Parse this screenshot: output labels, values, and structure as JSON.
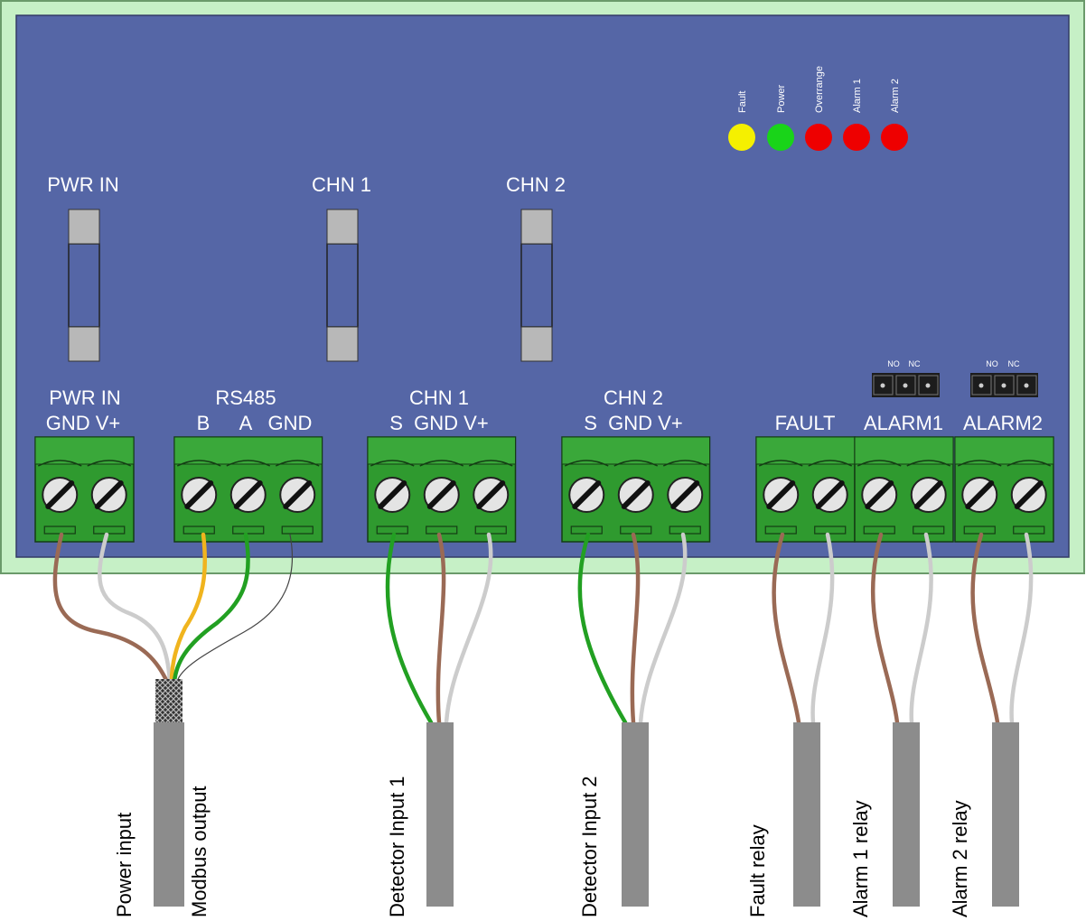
{
  "leds": [
    {
      "label": "Fault",
      "color": "#f5f000",
      "icon": "led-yellow"
    },
    {
      "label": "Power",
      "color": "#19d419",
      "icon": "led-green"
    },
    {
      "label": "Overrange",
      "color": "#ee0000",
      "icon": "led-red"
    },
    {
      "label": "Alarm 1",
      "color": "#ee0000",
      "icon": "led-red"
    },
    {
      "label": "Alarm 2",
      "color": "#ee0000",
      "icon": "led-red"
    }
  ],
  "fuses": {
    "pwr_in": "PWR IN",
    "chn1": "CHN 1",
    "chn2": "CHN 2"
  },
  "jumper_labels": {
    "no": "NO",
    "nc": "NC"
  },
  "terminals": {
    "pwr_in": {
      "title": "PWR IN",
      "pins": "GND V+"
    },
    "rs485": {
      "title": "RS485",
      "pin_b": "B",
      "pin_a": "A",
      "pin_gnd": "GND"
    },
    "chn1": {
      "title": "CHN 1",
      "pins": "S  GND V+"
    },
    "chn2": {
      "title": "CHN 2",
      "pins": "S  GND V+"
    },
    "fault": "FAULT",
    "alarm1": "ALARM1",
    "alarm2": "ALARM2"
  },
  "cables": {
    "power_input": "Power input",
    "modbus_output": "Modbus output",
    "detector_input_1": "Detector Input 1",
    "detector_input_2": "Detector Input 2",
    "fault_relay": "Fault relay",
    "alarm_1_relay": "Alarm 1 relay",
    "alarm_2_relay": "Alarm 2 relay"
  },
  "colors": {
    "enclosure": "#c6f0c6",
    "board": "#5566a6",
    "terminal": "#2f9a2f",
    "wire_brown": "#9a6a55",
    "wire_grey": "#cccccc",
    "wire_green": "#22a022",
    "wire_yellow": "#f0b41e",
    "cable": "#8c8c8c"
  }
}
